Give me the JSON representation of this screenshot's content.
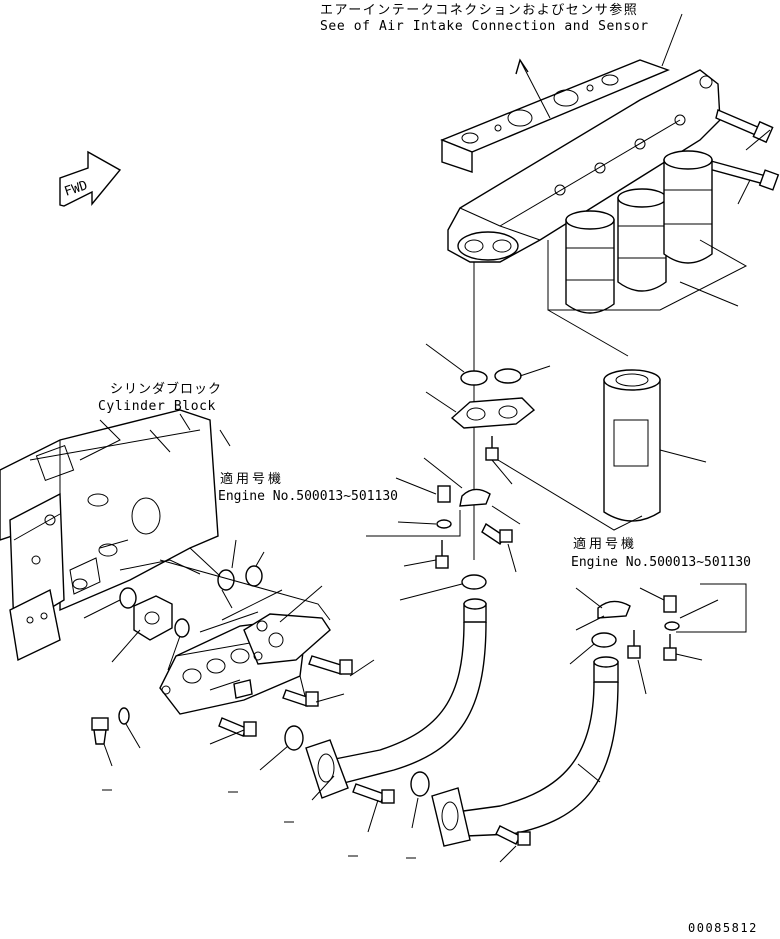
{
  "callouts": {
    "air_intake_jp": "エアーインテークコネクションおよびセンサ参照",
    "air_intake_en": "See of Air Intake Connection and Sensor",
    "cylinder_block_jp": "シリンダブロック",
    "cylinder_block_en": "Cylinder Block",
    "serial_left_jp": "適用号機",
    "serial_left_en": "Engine No.500013~501130",
    "serial_right_jp": "適用号機",
    "serial_right_en": "Engine No.500013~501130"
  },
  "fwd_label": "FWD",
  "drawing_number": "00085812"
}
